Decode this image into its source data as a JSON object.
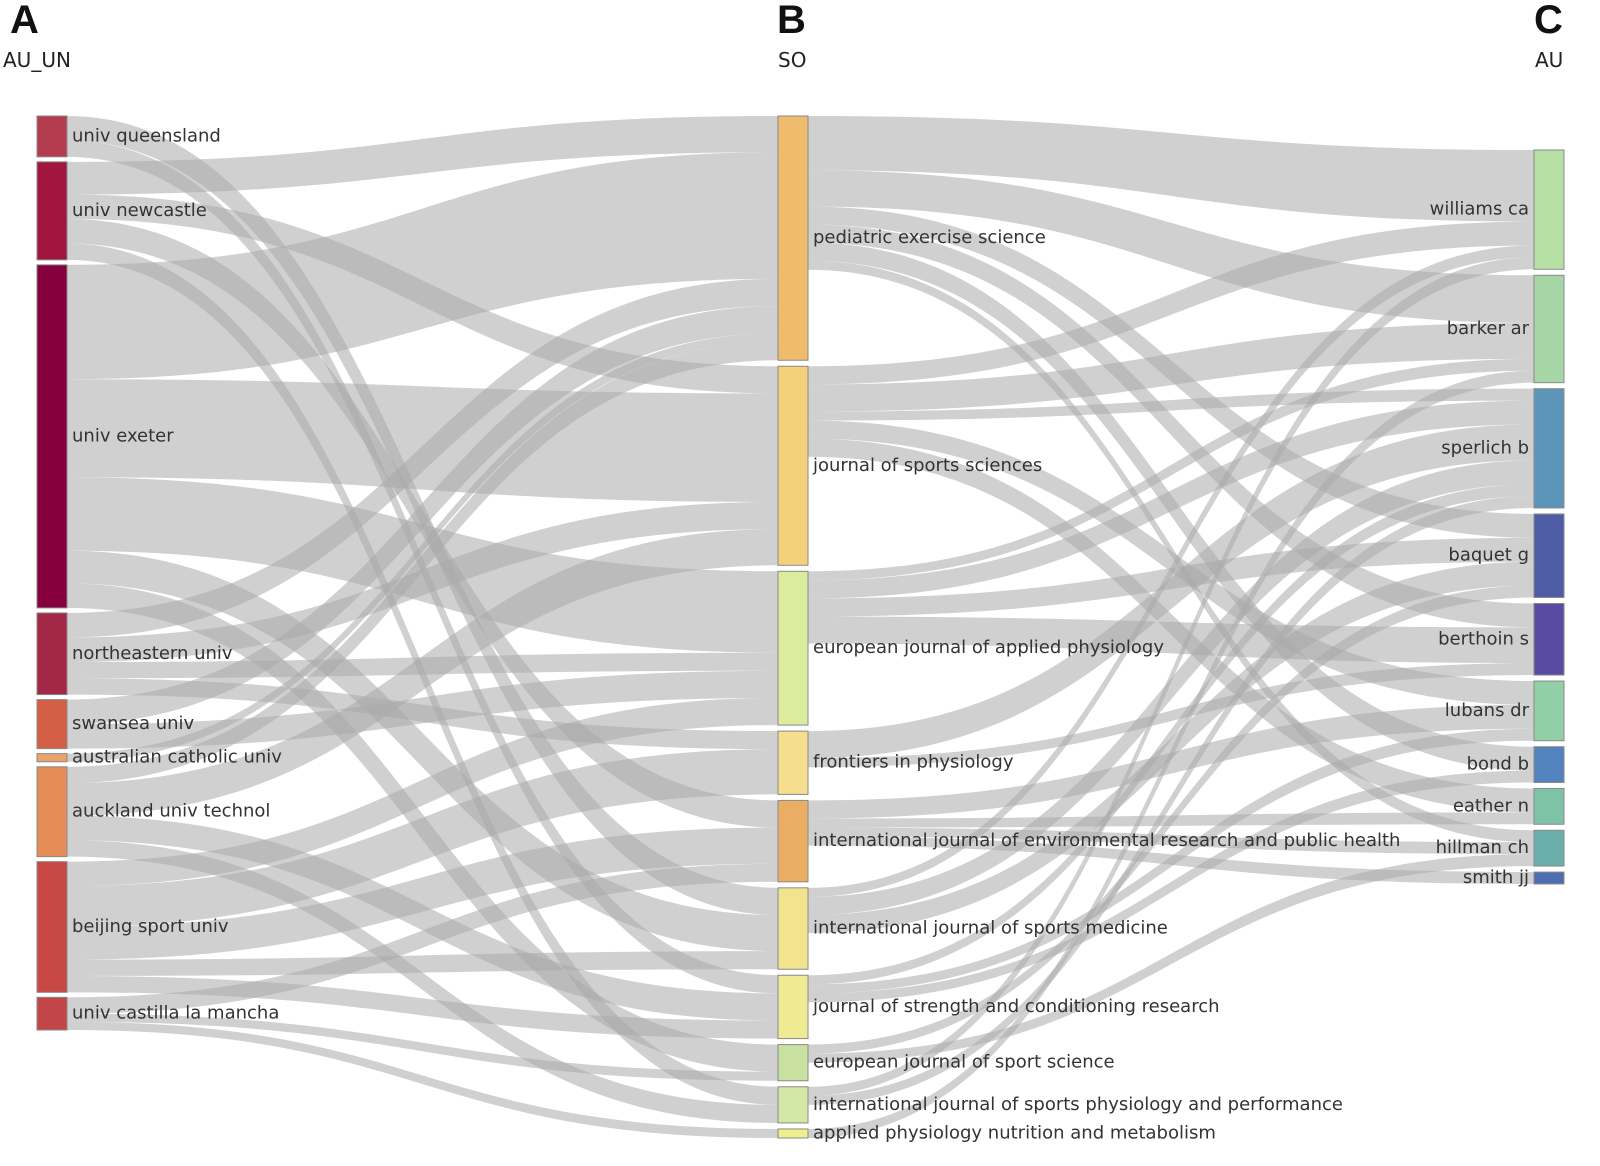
{
  "columns": [
    {
      "letter": "A",
      "title": "AU_UN"
    },
    {
      "letter": "B",
      "title": "SO"
    },
    {
      "letter": "C",
      "title": "AU"
    }
  ],
  "colors": {
    "link": "#a9a9a9"
  },
  "nodes": {
    "AU_UN": [
      {
        "id": "a_qld",
        "label": "univ queensland",
        "color": "#b33d4e"
      },
      {
        "id": "a_new",
        "label": "univ newcastle",
        "color": "#a0163e"
      },
      {
        "id": "a_exe",
        "label": "univ exeter",
        "color": "#85003c"
      },
      {
        "id": "a_ne",
        "label": "northeastern univ",
        "color": "#a32846"
      },
      {
        "id": "a_swa",
        "label": "swansea univ",
        "color": "#d35f45"
      },
      {
        "id": "a_acu",
        "label": "australian catholic univ",
        "color": "#e8a26a"
      },
      {
        "id": "a_auk",
        "label": "auckland univ technol",
        "color": "#e58d56"
      },
      {
        "id": "a_bei",
        "label": "beijing sport univ",
        "color": "#c84845"
      },
      {
        "id": "a_clm",
        "label": "univ castilla la mancha",
        "color": "#c24548"
      }
    ],
    "SO": [
      {
        "id": "s_pes",
        "label": "pediatric exercise science",
        "color": "#efbb6c"
      },
      {
        "id": "s_jss",
        "label": "journal of sports sciences",
        "color": "#f5d07c"
      },
      {
        "id": "s_ejap",
        "label": "european journal of applied physiology",
        "color": "#dcec9e"
      },
      {
        "id": "s_fip",
        "label": "frontiers in physiology",
        "color": "#f5de8e"
      },
      {
        "id": "s_ijerph",
        "label": "international journal of environmental research and public health",
        "color": "#e9ae63"
      },
      {
        "id": "s_ijsm",
        "label": "international journal of sports medicine",
        "color": "#f2e48c"
      },
      {
        "id": "s_jscr",
        "label": "journal of strength and conditioning research",
        "color": "#eeeb93"
      },
      {
        "id": "s_ejss",
        "label": "european journal of sport science",
        "color": "#c8e0a0"
      },
      {
        "id": "s_ijspp",
        "label": "international journal of sports physiology and performance",
        "color": "#d2e8a4"
      },
      {
        "id": "s_apnm",
        "label": "applied physiology nutrition and metabolism",
        "color": "#edf08c"
      }
    ],
    "AU": [
      {
        "id": "u_wil",
        "label": "williams ca",
        "color": "#b6dfa4"
      },
      {
        "id": "u_bar",
        "label": "barker ar",
        "color": "#a6d6a6"
      },
      {
        "id": "u_spe",
        "label": "sperlich b",
        "color": "#5d95b9"
      },
      {
        "id": "u_baq",
        "label": "baquet g",
        "color": "#4e5ca6"
      },
      {
        "id": "u_ber",
        "label": "berthoin s",
        "color": "#5a4ba2"
      },
      {
        "id": "u_lub",
        "label": "lubans dr",
        "color": "#93cfa6"
      },
      {
        "id": "u_bon",
        "label": "bond b",
        "color": "#5283bf"
      },
      {
        "id": "u_eat",
        "label": "eather n",
        "color": "#7ec3a6"
      },
      {
        "id": "u_hil",
        "label": "hillman ch",
        "color": "#6bafac"
      },
      {
        "id": "u_smi",
        "label": "smith jj",
        "color": "#4d6db1"
      }
    ]
  },
  "links": [
    {
      "source": "a_qld",
      "target": "s_ijsm",
      "value": 3
    },
    {
      "source": "a_qld",
      "target": "s_jscr",
      "value": 2
    },
    {
      "source": "a_new",
      "target": "s_pes",
      "value": 4
    },
    {
      "source": "a_new",
      "target": "s_jss",
      "value": 3
    },
    {
      "source": "a_new",
      "target": "s_ijerph",
      "value": 3
    },
    {
      "source": "a_new",
      "target": "s_ijspp",
      "value": 2
    },
    {
      "source": "a_exe",
      "target": "s_pes",
      "value": 14
    },
    {
      "source": "a_exe",
      "target": "s_jss",
      "value": 12
    },
    {
      "source": "a_exe",
      "target": "s_ejap",
      "value": 9
    },
    {
      "source": "a_exe",
      "target": "s_ijsm",
      "value": 4
    },
    {
      "source": "a_exe",
      "target": "s_ejss",
      "value": 3
    },
    {
      "source": "a_ne",
      "target": "s_jss",
      "value": 3
    },
    {
      "source": "a_ne",
      "target": "s_pes",
      "value": 3
    },
    {
      "source": "a_ne",
      "target": "s_ejap",
      "value": 2
    },
    {
      "source": "a_ne",
      "target": "s_fip",
      "value": 2
    },
    {
      "source": "a_swa",
      "target": "s_pes",
      "value": 3
    },
    {
      "source": "a_swa",
      "target": "s_ejap",
      "value": 3
    },
    {
      "source": "a_acu",
      "target": "s_pes",
      "value": 1
    },
    {
      "source": "a_auk",
      "target": "s_pes",
      "value": 2
    },
    {
      "source": "a_auk",
      "target": "s_jss",
      "value": 4
    },
    {
      "source": "a_auk",
      "target": "s_jscr",
      "value": 3
    },
    {
      "source": "a_auk",
      "target": "s_ijspp",
      "value": 2
    },
    {
      "source": "a_bei",
      "target": "s_fip",
      "value": 5
    },
    {
      "source": "a_bei",
      "target": "s_ijerph",
      "value": 4
    },
    {
      "source": "a_bei",
      "target": "s_ejap",
      "value": 3
    },
    {
      "source": "a_bei",
      "target": "s_ijsm",
      "value": 2
    },
    {
      "source": "a_bei",
      "target": "s_jscr",
      "value": 2
    },
    {
      "source": "a_clm",
      "target": "s_ijerph",
      "value": 2
    },
    {
      "source": "a_clm",
      "target": "s_ejss",
      "value": 1
    },
    {
      "source": "a_clm",
      "target": "s_apnm",
      "value": 1
    },
    {
      "source": "s_pes",
      "target": "u_wil",
      "value": 6
    },
    {
      "source": "s_pes",
      "target": "u_bar",
      "value": 4
    },
    {
      "source": "s_pes",
      "target": "u_baq",
      "value": 2
    },
    {
      "source": "s_pes",
      "target": "u_ber",
      "value": 2
    },
    {
      "source": "s_pes",
      "target": "u_bon",
      "value": 2
    },
    {
      "source": "s_pes",
      "target": "u_hil",
      "value": 1
    },
    {
      "source": "s_jss",
      "target": "u_bar",
      "value": 3
    },
    {
      "source": "s_jss",
      "target": "u_wil",
      "value": 2
    },
    {
      "source": "s_jss",
      "target": "u_lub",
      "value": 2
    },
    {
      "source": "s_jss",
      "target": "u_eat",
      "value": 2
    },
    {
      "source": "s_jss",
      "target": "u_spe",
      "value": 1
    },
    {
      "source": "s_ejap",
      "target": "u_ber",
      "value": 3
    },
    {
      "source": "s_ejap",
      "target": "u_baq",
      "value": 2
    },
    {
      "source": "s_ejap",
      "target": "u_spe",
      "value": 2
    },
    {
      "source": "s_ejap",
      "target": "u_bar",
      "value": 1
    },
    {
      "source": "s_fip",
      "target": "u_spe",
      "value": 3
    },
    {
      "source": "s_fip",
      "target": "u_ber",
      "value": 1
    },
    {
      "source": "s_ijerph",
      "target": "u_lub",
      "value": 2
    },
    {
      "source": "s_ijerph",
      "target": "u_eat",
      "value": 1
    },
    {
      "source": "s_ijerph",
      "target": "u_hil",
      "value": 1
    },
    {
      "source": "s_ijerph",
      "target": "u_smi",
      "value": 1
    },
    {
      "source": "s_ijsm",
      "target": "u_spe",
      "value": 2
    },
    {
      "source": "s_ijsm",
      "target": "u_baq",
      "value": 2
    },
    {
      "source": "s_ijsm",
      "target": "u_wil",
      "value": 1
    },
    {
      "source": "s_jscr",
      "target": "u_lub",
      "value": 1
    },
    {
      "source": "s_jscr",
      "target": "u_spe",
      "value": 1
    },
    {
      "source": "s_jscr",
      "target": "u_bon",
      "value": 1
    },
    {
      "source": "s_ejss",
      "target": "u_baq",
      "value": 1
    },
    {
      "source": "s_ejss",
      "target": "u_hil",
      "value": 1
    },
    {
      "source": "s_ijspp",
      "target": "u_spe",
      "value": 1
    },
    {
      "source": "s_ijspp",
      "target": "u_wil",
      "value": 1
    },
    {
      "source": "s_apnm",
      "target": "u_bar",
      "value": 1
    }
  ]
}
